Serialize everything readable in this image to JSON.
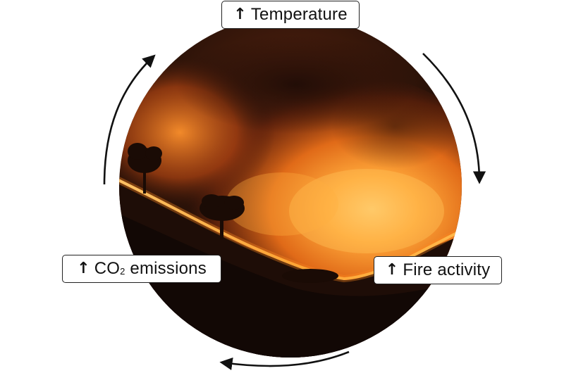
{
  "labels": {
    "temperature": {
      "arrow": "↑",
      "text": "Temperature"
    },
    "fire_activity": {
      "arrow": "↑",
      "text": "Fire activity"
    },
    "co2_emissions": {
      "arrow": "↑",
      "prefix": "CO",
      "subscript": "2",
      "suffix": " emissions"
    }
  },
  "cycle": {
    "direction": "clockwise",
    "arrow_color": "#111111"
  },
  "photo": {
    "subject": "wildfire-photo",
    "sky_color": "#2a1208",
    "fire_color": "#ff9a1a",
    "smoke_color": "#e06a18"
  }
}
